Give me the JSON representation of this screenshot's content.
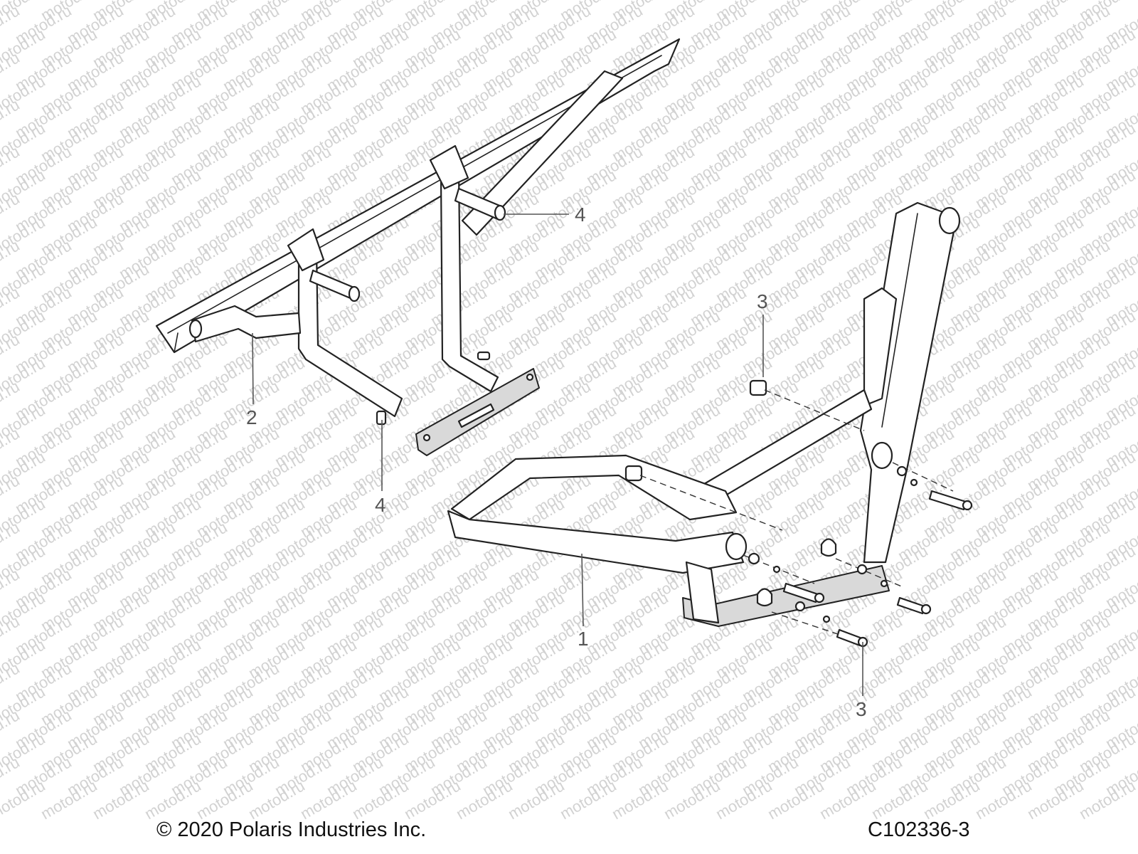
{
  "watermark": {
    "text": "motod.ru",
    "color": "#d2d2d2"
  },
  "callouts": [
    {
      "id": "callout-1",
      "label": "1"
    },
    {
      "id": "callout-2",
      "label": "2"
    },
    {
      "id": "callout-3-upper",
      "label": "3"
    },
    {
      "id": "callout-3-lower",
      "label": "3"
    },
    {
      "id": "callout-4-upper",
      "label": "4"
    },
    {
      "id": "callout-4-lower",
      "label": "4"
    }
  ],
  "footer": {
    "copyright": "© 2020 Polaris Industries Inc.",
    "diagram_id": "C102336-3"
  },
  "colors": {
    "line": "#222222",
    "callout_text": "#555555",
    "shade": "#d9d9d9"
  }
}
